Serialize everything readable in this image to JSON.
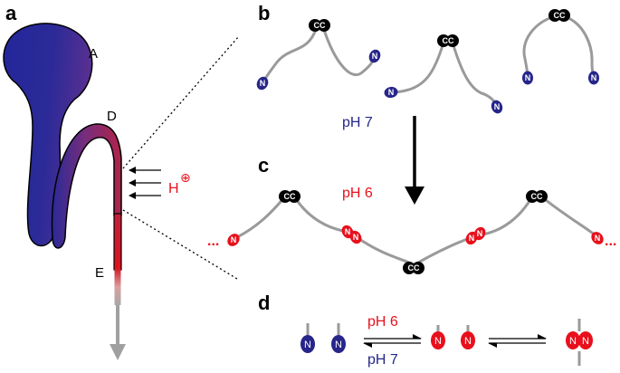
{
  "panels": {
    "a": "a",
    "b": "b",
    "c": "c",
    "d": "d"
  },
  "regions": {
    "A": "A",
    "D": "D",
    "E": "E"
  },
  "proton": {
    "base": "H",
    "charge": "⊕"
  },
  "conditions": {
    "ph7": "pH 7",
    "ph6": "pH 6"
  },
  "residues": {
    "cc": "CC",
    "n": "N"
  },
  "ellipsis": "...",
  "colors": {
    "neutral": "#26258a",
    "protonated": "#e8101c",
    "head": "#000000",
    "linker": "#9a9a9a",
    "arrow_grey": "#a0a0a0"
  }
}
